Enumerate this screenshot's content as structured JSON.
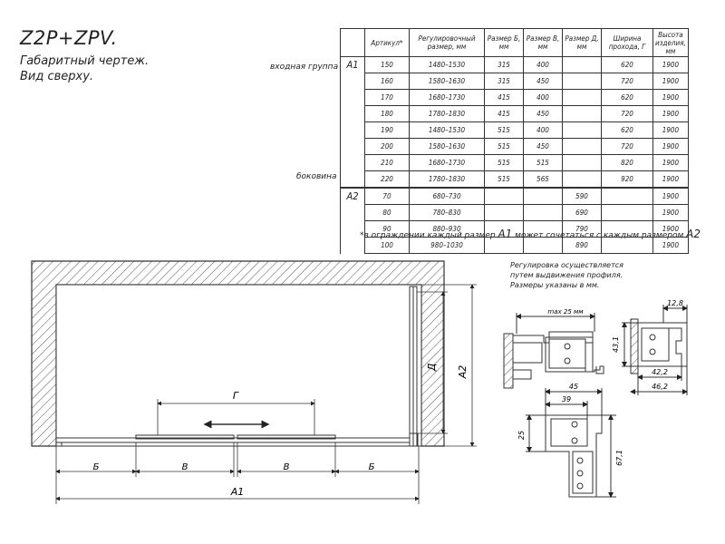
{
  "header": {
    "title": "Z2P+ZPV.",
    "subtitle_line1": "Габаритный чертеж.",
    "subtitle_line2": "Вид сверху."
  },
  "table": {
    "columns": [
      "Артикул*",
      "Регулировочный размер, мм",
      "Размер Б, мм",
      "Размер В, мм",
      "Размер Д, мм",
      "Ширина прохода, Г",
      "Высота изделия, мм"
    ],
    "groups": [
      {
        "label": "входная группа",
        "code": "A1",
        "rows": [
          [
            "150",
            "1480–1530",
            "315",
            "400",
            "",
            "620",
            "1900"
          ],
          [
            "160",
            "1580–1630",
            "315",
            "450",
            "",
            "720",
            "1900"
          ],
          [
            "170",
            "1680–1730",
            "415",
            "400",
            "",
            "620",
            "1900"
          ],
          [
            "180",
            "1780–1830",
            "415",
            "450",
            "",
            "720",
            "1900"
          ],
          [
            "190",
            "1480–1530",
            "515",
            "400",
            "",
            "620",
            "1900"
          ],
          [
            "200",
            "1580–1630",
            "515",
            "450",
            "",
            "720",
            "1900"
          ],
          [
            "210",
            "1680–1730",
            "515",
            "515",
            "",
            "820",
            "1900"
          ],
          [
            "220",
            "1780–1830",
            "515",
            "565",
            "",
            "920",
            "1900"
          ]
        ]
      },
      {
        "label": "боковина",
        "code": "A2",
        "rows": [
          [
            "70",
            "680–730",
            "",
            "",
            "590",
            "",
            "1900"
          ],
          [
            "80",
            "780–830",
            "",
            "",
            "690",
            "",
            "1900"
          ],
          [
            "90",
            "880–930",
            "",
            "",
            "790",
            "",
            "1900"
          ],
          [
            "100",
            "980–1030",
            "",
            "",
            "890",
            "",
            "1900"
          ]
        ]
      }
    ]
  },
  "note": {
    "prefix": "*в ограждении каждый размер ",
    "code1": "A1",
    "middle": " может сочетаться с каждым размером ",
    "code2": "A2"
  },
  "regulation": {
    "line1": "Регулировка осуществляется",
    "line2": "путем выдвижения профиля.",
    "line3": "Размеры указаны в мм."
  },
  "drawing": {
    "label_g": "Г",
    "label_d": "Д",
    "label_a2": "А2",
    "label_a1": "А1",
    "label_b": "Б",
    "label_v": "В"
  },
  "profiles": {
    "max_label": "max 25 мм",
    "dim_128": "12,8",
    "dim_431": "43,1",
    "dim_422": "42,2",
    "dim_462": "46,2",
    "dim_45": "45",
    "dim_39": "39",
    "dim_25": "25",
    "dim_671": "67,1"
  }
}
